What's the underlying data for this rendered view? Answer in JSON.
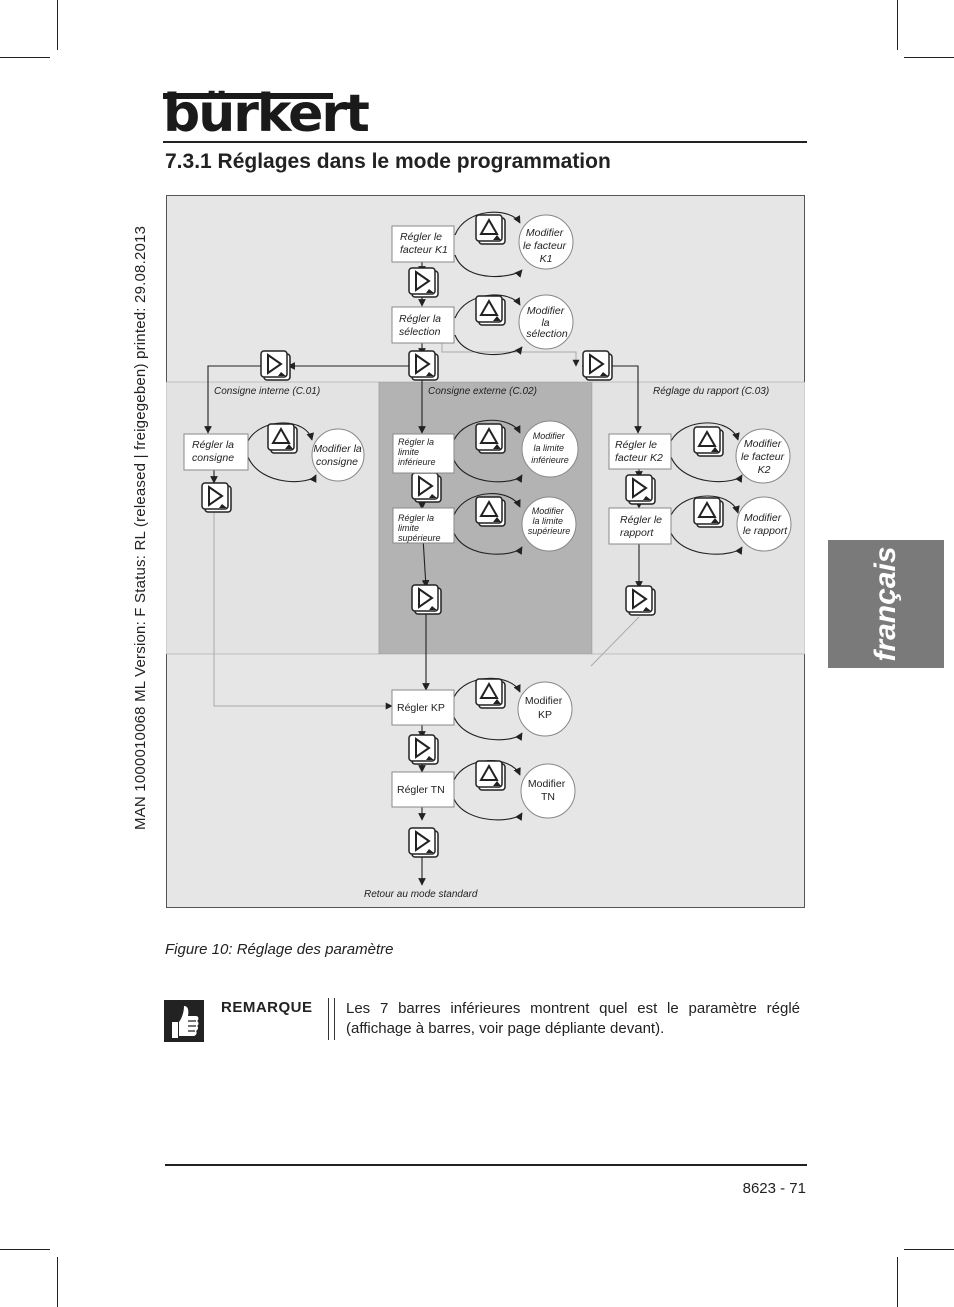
{
  "brand": {
    "logo_text": "bürkert"
  },
  "header": {
    "section_title": "7.3.1  Réglages dans le mode programmation"
  },
  "sidebar": {
    "meta_text": "MAN  1000010068  ML  Version: F  Status: RL (released | freigegeben)  printed: 29.08.2013"
  },
  "language_tab": {
    "label": "français",
    "color": "#7a7a7a"
  },
  "diagram": {
    "sections": {
      "internal": "Consigne interne (C.01)",
      "external": "Consigne externe (C.02)",
      "ratio": "Réglage du rapport (C.03)"
    },
    "boxes": {
      "k1": [
        "Régler le",
        "facteur K1"
      ],
      "selection": [
        "Régler la",
        "sélection"
      ],
      "consigne": [
        "Régler la",
        "consigne"
      ],
      "lim_inf": [
        "Régler  la",
        "limite",
        "inférieure"
      ],
      "lim_sup": [
        "Régler  la",
        "limite",
        "supérieure"
      ],
      "k2": [
        "Régler le",
        "facteur K2"
      ],
      "rapport": [
        "Régler le",
        "rapport"
      ],
      "kp": [
        "Régler KP"
      ],
      "tn": [
        "Régler TN"
      ]
    },
    "modify": {
      "k1": [
        "Modifier",
        "le facteur",
        "K1"
      ],
      "selection": [
        "Modifier",
        "la",
        "sélection"
      ],
      "consigne": [
        "Modifier la",
        "consigne"
      ],
      "lim_inf": [
        "Modifier",
        "la  limite",
        "inférieure"
      ],
      "lim_sup": [
        "Modifier",
        "la  limite",
        "supérieure"
      ],
      "k2": [
        "Modifier",
        "le facteur",
        "K2"
      ],
      "rapport": [
        "Modifier",
        "le rapport"
      ],
      "kp": [
        "Modifier",
        "KP"
      ],
      "tn": [
        "Modifier",
        "TN"
      ]
    },
    "return_label": "Retour au mode standard",
    "colors": {
      "background": "#e6e6e6",
      "external_zone": "#b3b3b3",
      "lines": "#222222"
    }
  },
  "figure": {
    "caption": "Figure 10: Réglage des paramètre"
  },
  "note": {
    "label": "REMARQUE",
    "text": "Les 7 barres inférieures montrent quel est le paramètre réglé (affichage à barres, voir page dépliante devant).",
    "icon": "thumbs-up-icon"
  },
  "footer": {
    "page_number": "8623  -  71"
  }
}
